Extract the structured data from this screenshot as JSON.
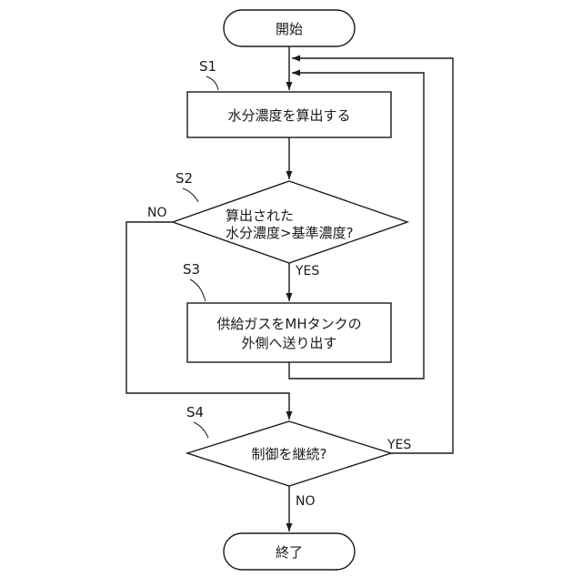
{
  "flowchart": {
    "start": "開始",
    "end": "終了",
    "steps": {
      "s1": {
        "id": "S1",
        "text": "水分濃度を算出する"
      },
      "s2": {
        "id": "S2",
        "line1": "算出された",
        "line2": "水分濃度>基準濃度?"
      },
      "s3": {
        "id": "S3",
        "line1": "供給ガスをMHタンクの",
        "line2": "外側へ送り出す"
      },
      "s4": {
        "id": "S4",
        "text": "制御を継続?"
      }
    },
    "branches": {
      "s2_yes": "YES",
      "s2_no": "NO",
      "s4_yes": "YES",
      "s4_no": "NO"
    }
  }
}
